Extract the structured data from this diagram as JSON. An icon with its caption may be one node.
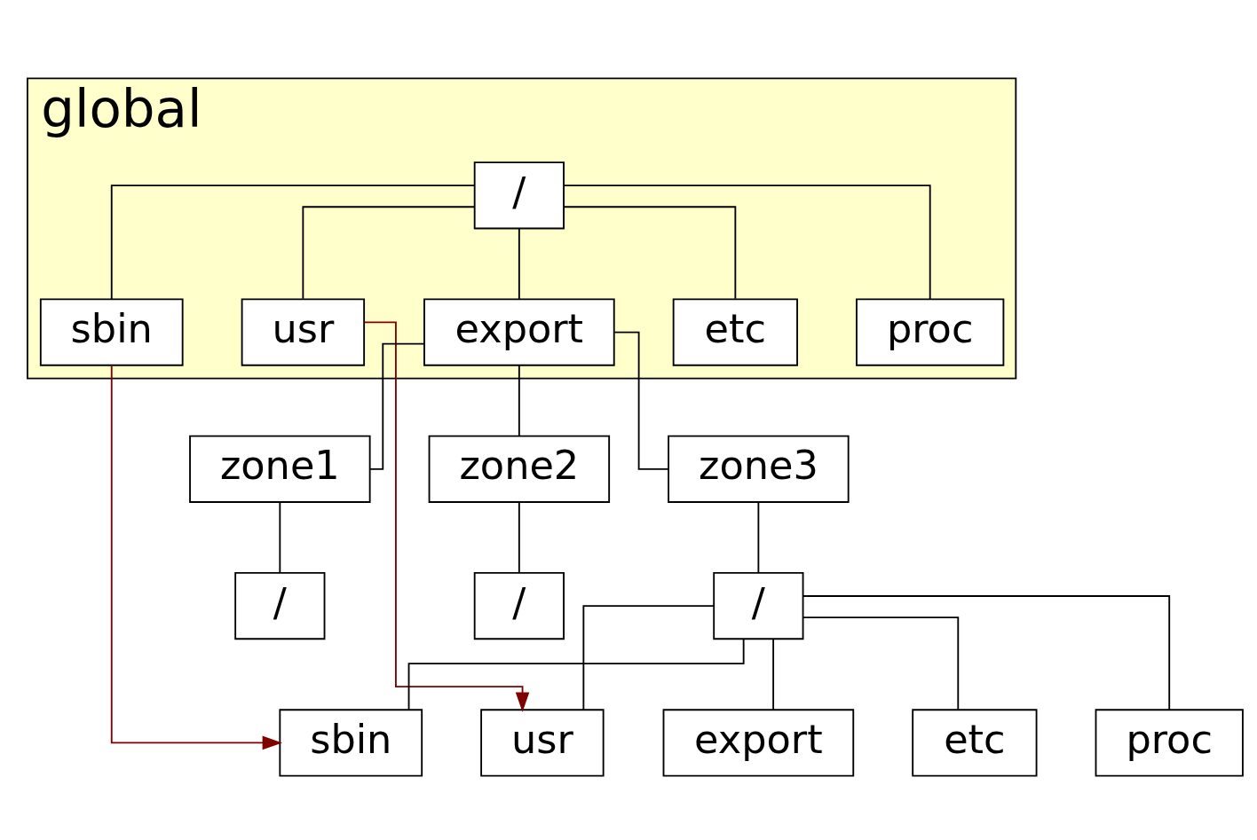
{
  "diagram": {
    "nodes": [
      {
        "text": [
          "global"
        ]
      },
      {
        "text": [
          "/"
        ],
        "in": 0
      },
      {
        "text": [
          "sbin"
        ],
        "in": 0
      },
      {
        "text": [
          "usr"
        ],
        "in": 0
      },
      {
        "text": [
          "export"
        ],
        "in": 0
      },
      {
        "text": [
          "etc"
        ],
        "in": 0
      },
      {
        "text": [
          "proc"
        ],
        "in": 0
      },
      {
        "text": [
          "zone1"
        ]
      },
      {
        "text": [
          "zone2"
        ]
      },
      {
        "text": [
          "zone3"
        ]
      },
      {
        "text": [
          "/"
        ]
      },
      {
        "text": [
          "/"
        ]
      },
      {
        "text": [
          "/"
        ]
      },
      {
        "text": [
          "sbin"
        ]
      },
      {
        "text": [
          "usr"
        ]
      },
      {
        "text": [
          "export"
        ]
      },
      {
        "text": [
          "etc"
        ]
      },
      {
        "text": [
          "proc"
        ]
      }
    ],
    "edges": [
      {
        "from": 1,
        "to": 2,
        "arrow": "none"
      },
      {
        "from": 1,
        "to": 3,
        "arrow": "none"
      },
      {
        "from": 1,
        "to": 4,
        "arrow": "none"
      },
      {
        "from": 1,
        "to": 5,
        "arrow": "none"
      },
      {
        "from": 1,
        "to": 6,
        "arrow": "none"
      },
      {
        "from": 4,
        "to": 7,
        "arrow": "none"
      },
      {
        "from": 4,
        "to": 8,
        "arrow": "none"
      },
      {
        "from": 4,
        "to": 9,
        "arrow": "none"
      },
      {
        "from": 7,
        "to": 10,
        "arrow": "none"
      },
      {
        "from": 8,
        "to": 11,
        "arrow": "none"
      },
      {
        "from": 9,
        "to": 12,
        "arrow": "none"
      },
      {
        "from": 12,
        "to": 13,
        "arrow": "none"
      },
      {
        "from": 12,
        "to": 14,
        "arrow": "none"
      },
      {
        "from": 12,
        "to": 15,
        "arrow": "none"
      },
      {
        "from": 12,
        "to": 16,
        "arrow": "none"
      },
      {
        "from": 12,
        "to": 17,
        "arrow": "none"
      },
      {
        "from": 2,
        "to": 13,
        "arrow": "to",
        "color": "#800000"
      },
      {
        "from": 3,
        "to": 14,
        "arrow": "to",
        "color": "#800000"
      }
    ]
  }
}
